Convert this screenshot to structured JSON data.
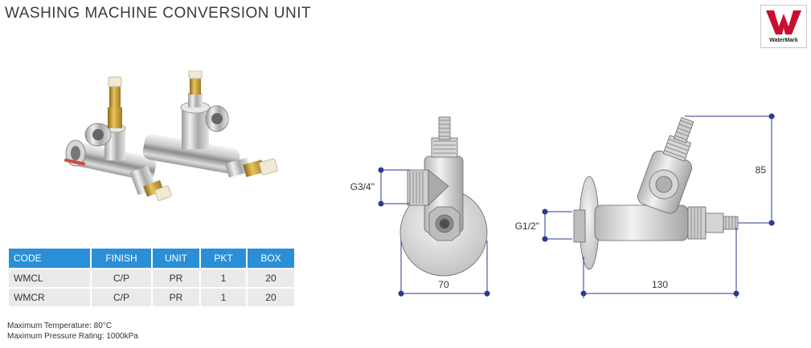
{
  "title": "WASHING MACHINE CONVERSION UNIT",
  "logo": {
    "label": "WaterMark"
  },
  "table": {
    "headers": [
      "CODE",
      "FINISH",
      "UNIT",
      "PKT",
      "BOX"
    ],
    "rows": [
      [
        "WMCL",
        "C/P",
        "PR",
        "1",
        "20"
      ],
      [
        "WMCR",
        "C/P",
        "PR",
        "1",
        "20"
      ]
    ]
  },
  "notes": [
    "Maximum Temperature: 80°C",
    "Maximum Pressure Rating: 1000kPa"
  ],
  "dimensions": {
    "thread_a": "G3/4\"",
    "thread_b": "G1/2\"",
    "width_a": "70",
    "width_b": "130",
    "height": "85"
  },
  "colors": {
    "accent": "#2a8fd6",
    "dim_line": "#2b3a8f",
    "logo_red": "#c8102e"
  }
}
